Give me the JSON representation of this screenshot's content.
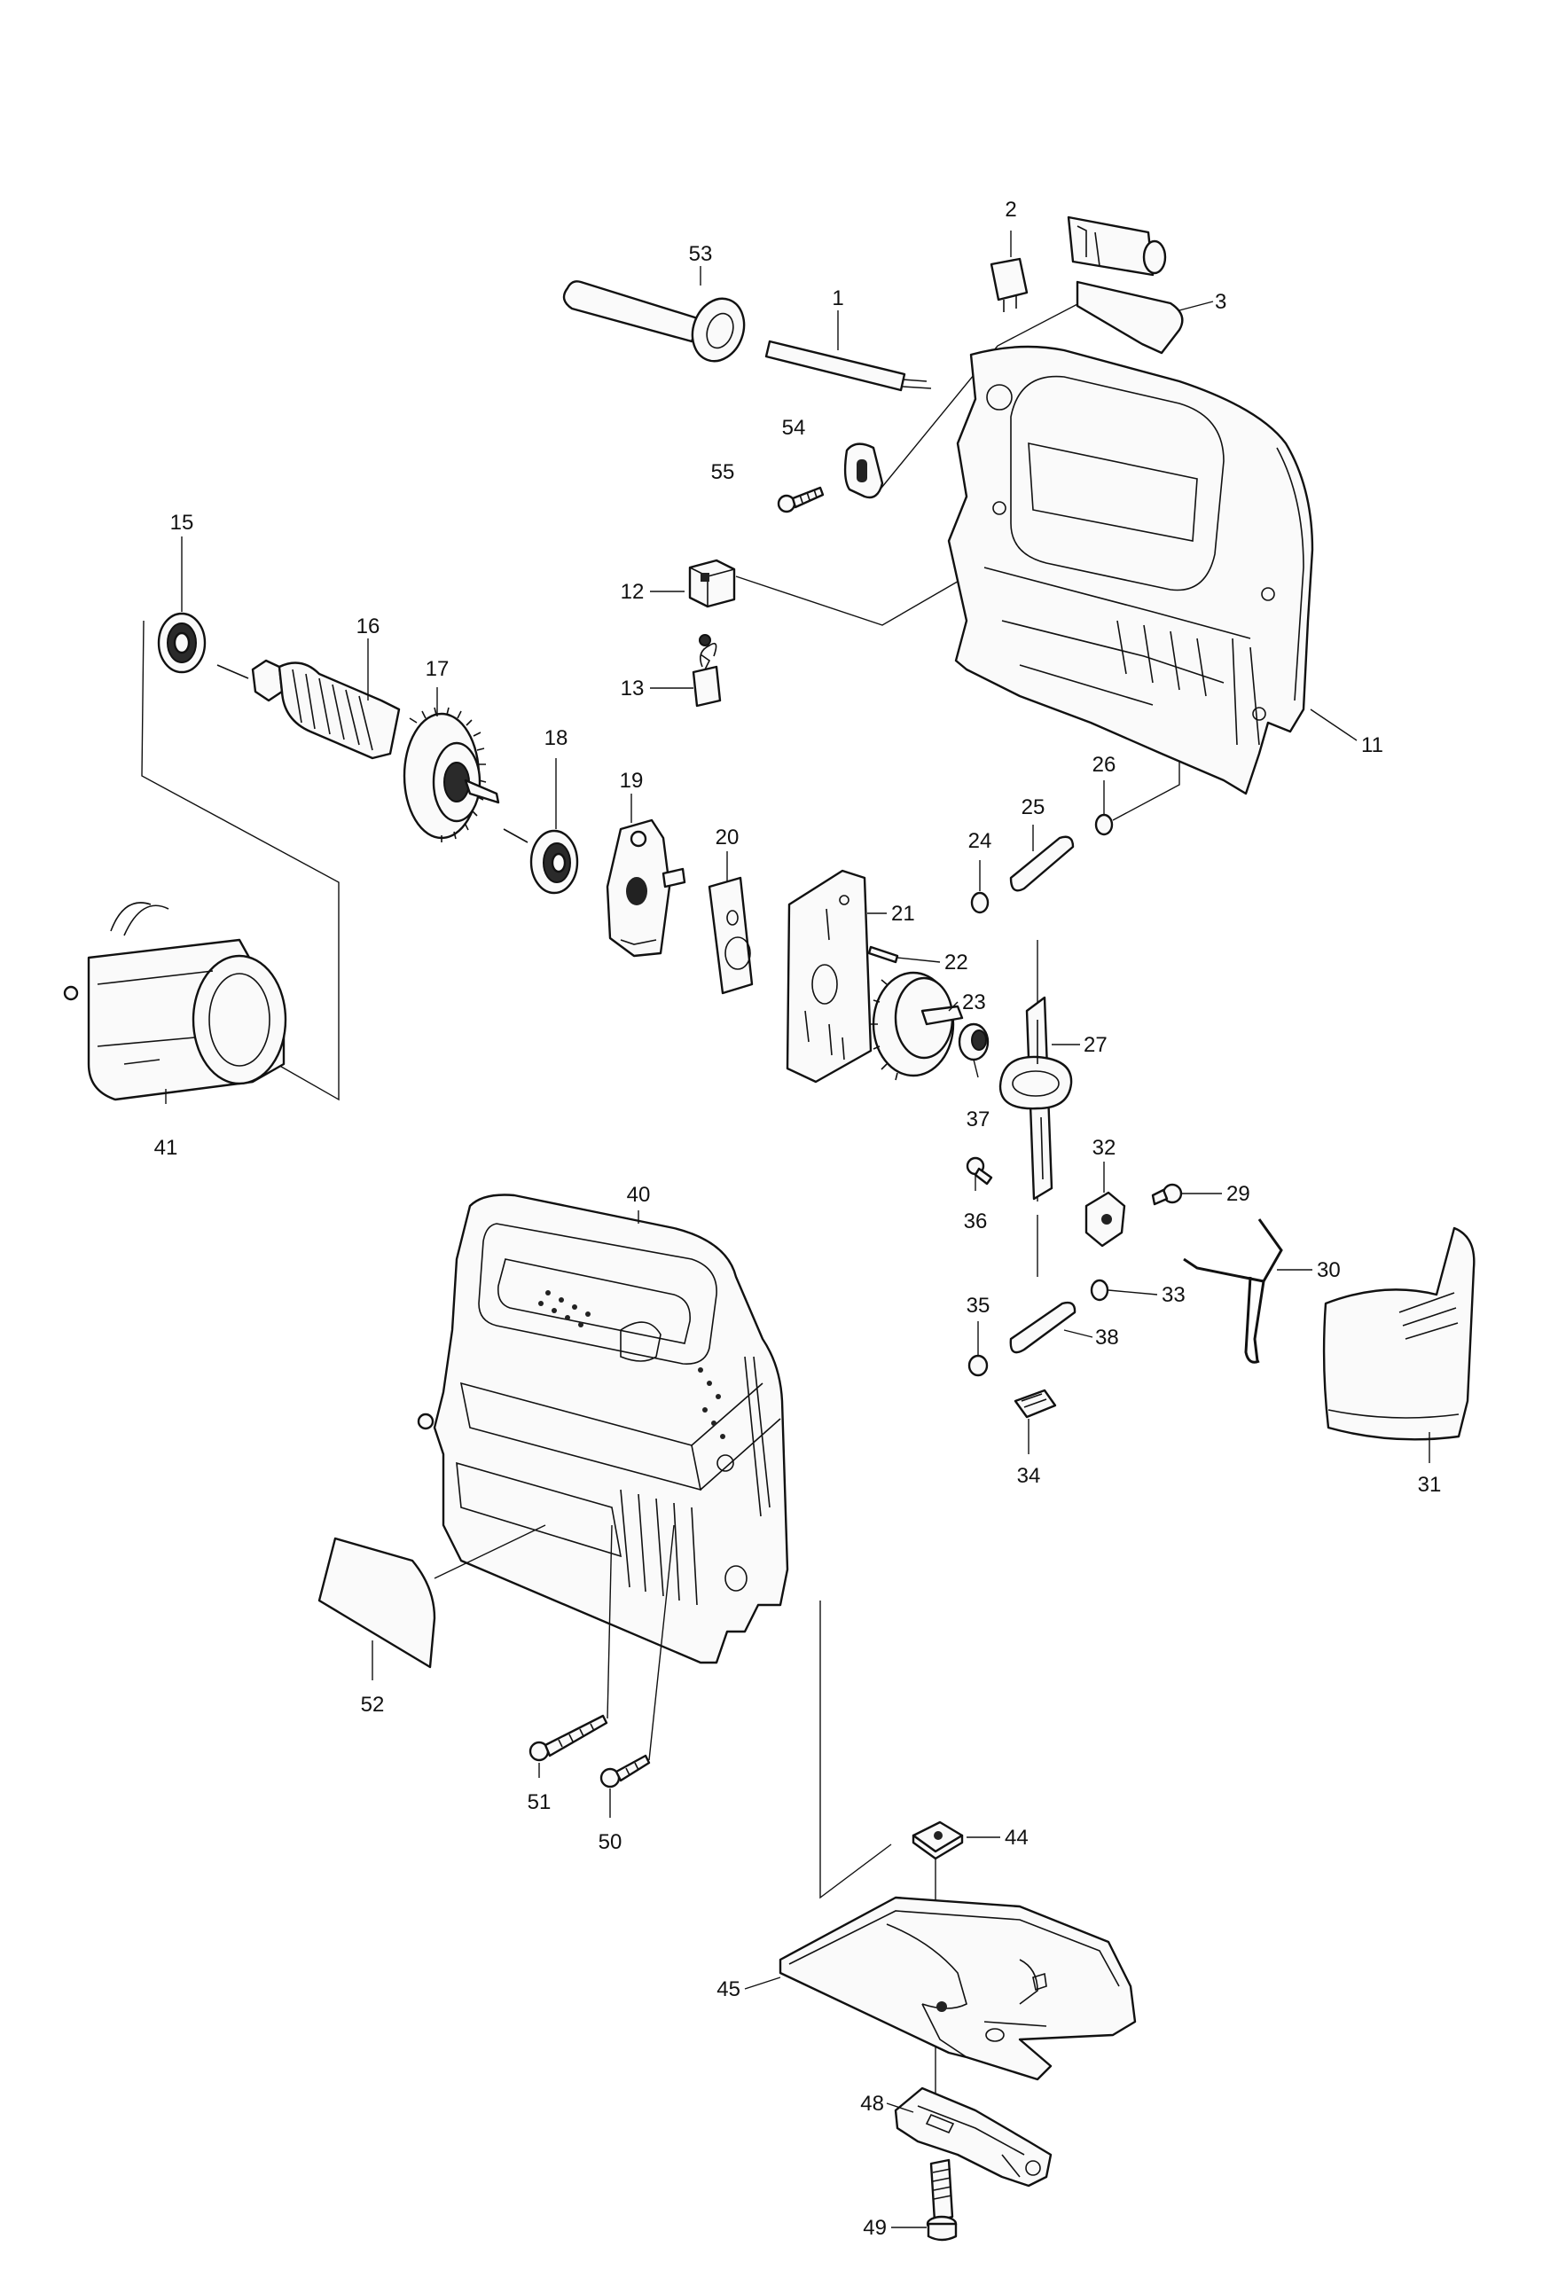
{
  "diagram": {
    "labels": [
      "1",
      "2",
      "3",
      "11",
      "12",
      "13",
      "15",
      "16",
      "17",
      "18",
      "19",
      "20",
      "21",
      "22",
      "23",
      "24",
      "25",
      "26",
      "27",
      "29",
      "30",
      "31",
      "32",
      "33",
      "34",
      "35",
      "36",
      "37",
      "38",
      "40",
      "41",
      "44",
      "45",
      "48",
      "49",
      "50",
      "51",
      "52",
      "53",
      "54",
      "55"
    ]
  }
}
